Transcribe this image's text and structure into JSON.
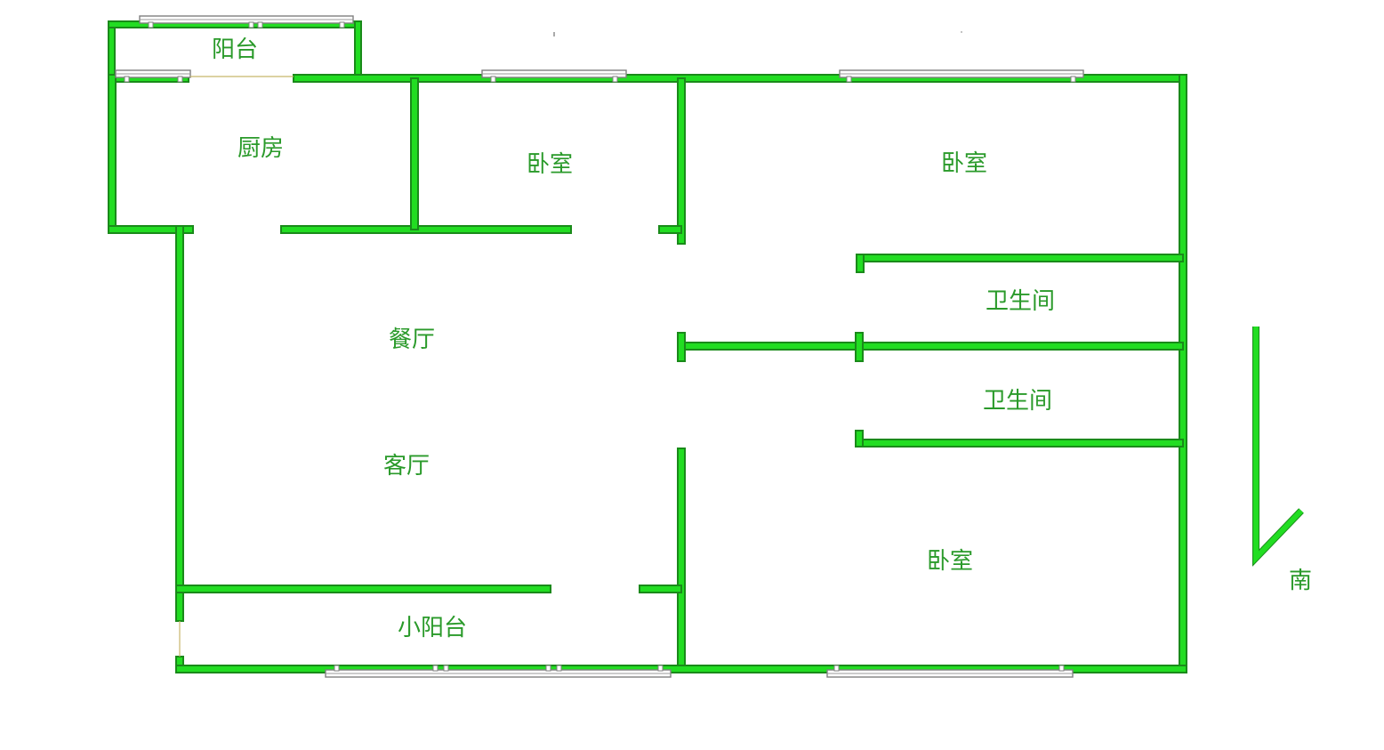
{
  "floor_plan": {
    "rooms": {
      "balcony": "阳台",
      "kitchen": "厨房",
      "bedroom_small": "卧室",
      "bedroom_large": "卧室",
      "dining": "餐厅",
      "bathroom_1": "卫生间",
      "bathroom_2": "卫生间",
      "living": "客厅",
      "bedroom_south": "卧室",
      "small_balcony": "小阳台"
    },
    "compass": {
      "direction_label": "南"
    },
    "colors": {
      "wall_fill": "#22dd22",
      "wall_edge": "#1a8a1a",
      "label_text": "#2a9a2a",
      "window": "#7f7f7f"
    }
  }
}
